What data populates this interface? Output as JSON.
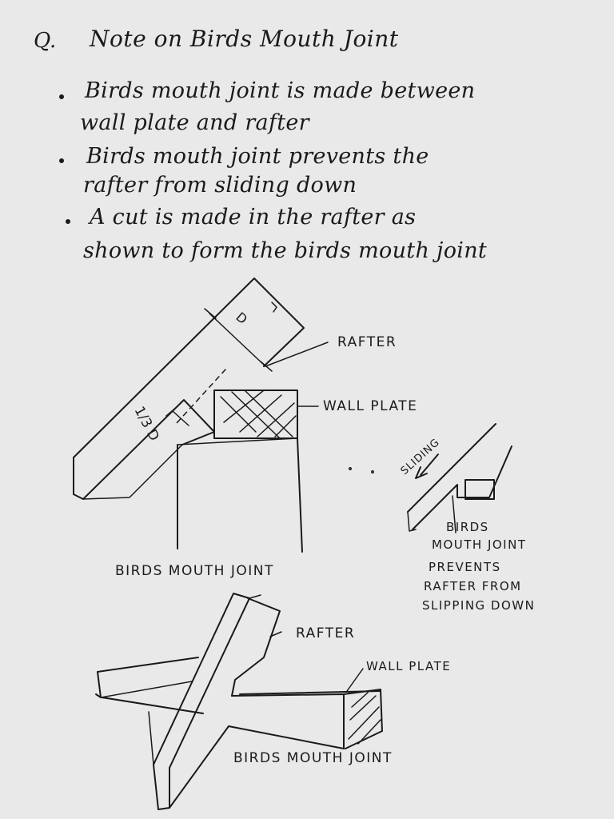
{
  "note": {
    "q_mark": "Q.",
    "title": "Note on Birds Mouth Joint",
    "bullets": [
      {
        "line1": "Birds mouth joint is made between",
        "line2": "wall plate and rafter"
      },
      {
        "line1": "Birds mouth joint prevents the",
        "line2": "rafter from sliding down"
      },
      {
        "line1": "A cut is made in the rafter as",
        "line2": "shown to form the birds mouth joint"
      }
    ]
  },
  "figure1": {
    "label_d": "D",
    "label_third_d": "1/3 D",
    "rafter_label": "RAFTER",
    "wall_plate_label": "WALL PLATE",
    "caption": "BIRDS MOUTH JOINT"
  },
  "figure2": {
    "sliding_label": "SLIDING",
    "note_line1": "BIRDS",
    "note_line2": "MOUTH JOINT",
    "note_line3": "PREVENTS",
    "note_line4": "RAFTER FROM",
    "note_line5": "SLIPPING DOWN"
  },
  "figure3": {
    "rafter_label": "RAFTER",
    "wall_plate_label": "WALL PLATE",
    "caption": "BIRDS MOUTH JOINT"
  }
}
